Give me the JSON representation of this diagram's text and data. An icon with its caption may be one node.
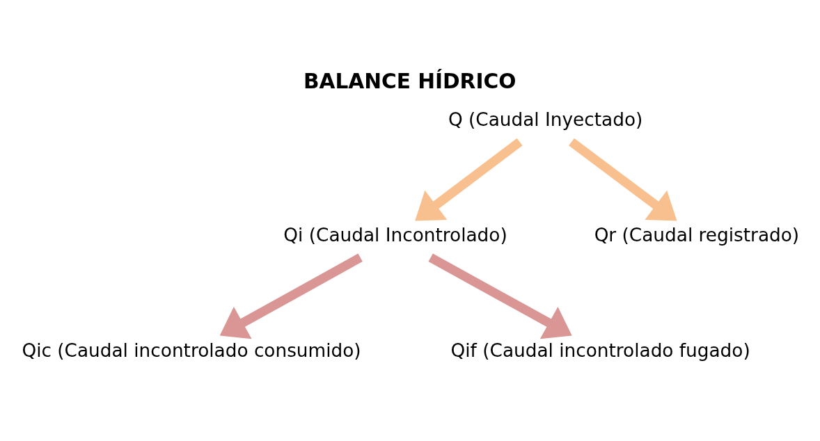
{
  "diagram": {
    "title": "BALANCE HÍDRICO",
    "nodes": [
      {
        "text": [
          "Q (Caudal Inyectado)"
        ]
      },
      {
        "text": [
          "Qi (Caudal Incontrolado)"
        ]
      },
      {
        "text": [
          "Qr (Caudal registrado)"
        ]
      },
      {
        "text": [
          "Qic (Caudal incontrolado consumido)"
        ]
      },
      {
        "text": [
          "Qif (Caudal incontrolado fugado)"
        ]
      }
    ],
    "edges": [
      {
        "from": 0,
        "to": 1,
        "arrow": "to",
        "color": "#f9c08f"
      },
      {
        "from": 0,
        "to": 2,
        "arrow": "to",
        "color": "#f9c08f"
      },
      {
        "from": 1,
        "to": 3,
        "arrow": "to",
        "color": "#d99694"
      },
      {
        "from": 1,
        "to": 4,
        "arrow": "to",
        "color": "#d99694"
      }
    ]
  }
}
